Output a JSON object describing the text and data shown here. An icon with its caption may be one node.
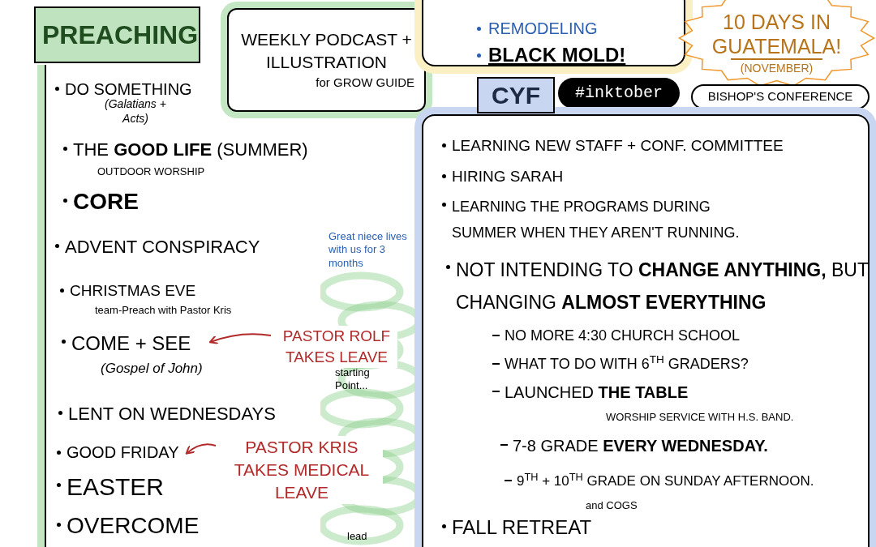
{
  "diagram": {
    "nodes": [
      {
        "text": [
          "PREACHING",
          "DO SOMETHING",
          "(Galatians + Acts)",
          "THE **GOOD LIFE** (SUMMER)",
          "OUTDOOR WORSHIP",
          "CORE",
          "ADVENT CONSPIRACY",
          "CHRISTMAS EVE",
          "team-Preach with Pastor Kris",
          "LENT ON WEDNESDAYS",
          "EASTER",
          "OVERCOME"
        ]
      },
      {
        "text": [
          "COME + SEE",
          "(Gospel of John)"
        ],
        "in": 0
      },
      {
        "text": [
          "GOOD FRIDAY"
        ],
        "in": 0
      },
      {
        "text": [
          "WEEKLY PODCAST + ILLUSTRATION",
          "for GROW GUIDE"
        ]
      },
      {
        "text": [
          "REMODELING",
          "BLACK MOLD!"
        ]
      },
      {
        "text": [
          "10 DAYS IN GUATEMALA!",
          "(NOVEMBER)"
        ]
      },
      {
        "text": [
          "CYF"
        ]
      },
      {
        "text": [
          "#inktober"
        ]
      },
      {
        "text": [
          "BISHOP'S CONFERENCE"
        ]
      },
      {
        "text": [
          "LEARNING NEW STAFF + CONF. COMMITTEE",
          "HIRING SARAH",
          "LEARNING THE PROGRAMS DURING SUMMER WHEN THEY AREN'T RUNNING.",
          "NOT INTENDING TO **CHANGE ANYTHING,** BUT CHANGING **ALMOST EVERYTHING**",
          "NO MORE 4:30 CHURCH SCHOOL",
          "WHAT TO DO WITH 6$^{TH}$ GRADERS?",
          "LAUNCHED **THE TABLE**",
          "WORSHIP SERVICE WITH H.S. BAND.",
          "7-8 GRADE **EVERY WEDNESDAY.**",
          "9$^{TH}$ + 10$^{TH}$ GRADE ON SUNDAY AFTERNOON.",
          "and COGS",
          "FALL RETREAT"
        ]
      },
      {
        "text": [
          "PASTOR ROLF TAKES LEAVE"
        ]
      },
      {
        "text": [
          "PASTOR KRIS TAKES MEDICAL LEAVE"
        ]
      }
    ],
    "edges": [
      {
        "from": 10,
        "to": 1,
        "arrow": "to"
      },
      {
        "from": 11,
        "to": 2,
        "arrow": "to"
      }
    ],
    "labels": [
      "Great niece lives with us for 3 months",
      "starting Point...",
      "lead"
    ]
  }
}
